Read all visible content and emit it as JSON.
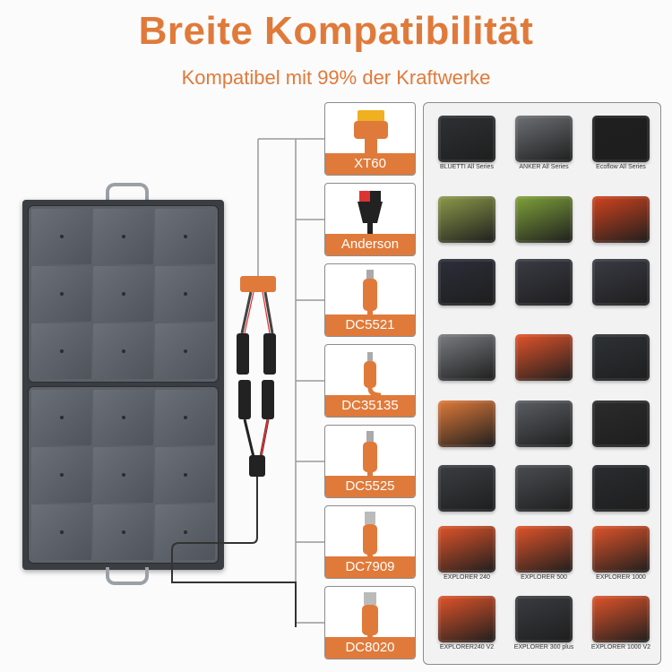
{
  "header": {
    "title": "Breite Kompatibilität",
    "subtitle": "Kompatibel mit 99% der Kraftwerke"
  },
  "colors": {
    "accent": "#e07a3a",
    "label_bg": "#e07a3a",
    "panel": "#3a3d42"
  },
  "connectors": [
    {
      "label": "XT60",
      "icon": "xt60-connector-icon"
    },
    {
      "label": "Anderson",
      "icon": "anderson-connector-icon"
    },
    {
      "label": "DC5521",
      "icon": "dc5521-plug-icon"
    },
    {
      "label": "DC35135",
      "icon": "dc35135-plug-icon"
    },
    {
      "label": "DC5525",
      "icon": "dc5525-plug-icon"
    },
    {
      "label": "DC7909",
      "icon": "dc7909-plug-icon"
    },
    {
      "label": "DC8020",
      "icon": "dc8020-plug-icon"
    }
  ],
  "devices": [
    {
      "name": "BLUETTI All Series",
      "color": "#2e3134"
    },
    {
      "name": "ANKER All Series",
      "color": "#6d7074"
    },
    {
      "name": "Ecoflow All Series",
      "color": "#1f1f1f"
    },
    {
      "name": "",
      "color": "#8c9a4a"
    },
    {
      "name": "",
      "color": "#7fa23a"
    },
    {
      "name": "",
      "color": "#d2431e"
    },
    {
      "name": "",
      "color": "#2c2e3a"
    },
    {
      "name": "",
      "color": "#3a3b45"
    },
    {
      "name": "",
      "color": "#3a3b45"
    },
    {
      "name": "",
      "color": "#7a7c80"
    },
    {
      "name": "",
      "color": "#e2542a"
    },
    {
      "name": "",
      "color": "#2e3236"
    },
    {
      "name": "",
      "color": "#e07a3a"
    },
    {
      "name": "",
      "color": "#5a5e63"
    },
    {
      "name": "",
      "color": "#2b2b2b"
    },
    {
      "name": "",
      "color": "#3b3e42"
    },
    {
      "name": "",
      "color": "#4a4d51"
    },
    {
      "name": "",
      "color": "#2a2c2f"
    },
    {
      "name": "EXPLORER 240",
      "color": "#e0542a"
    },
    {
      "name": "EXPLORER 500",
      "color": "#e0542a"
    },
    {
      "name": "EXPLORER 1000",
      "color": "#e0542a"
    },
    {
      "name": "EXPLORER240 V2",
      "color": "#e0542a"
    },
    {
      "name": "EXPLORER 300 plus",
      "color": "#3a3c40"
    },
    {
      "name": "EXPLORER 1000 V2",
      "color": "#e0542a"
    }
  ]
}
